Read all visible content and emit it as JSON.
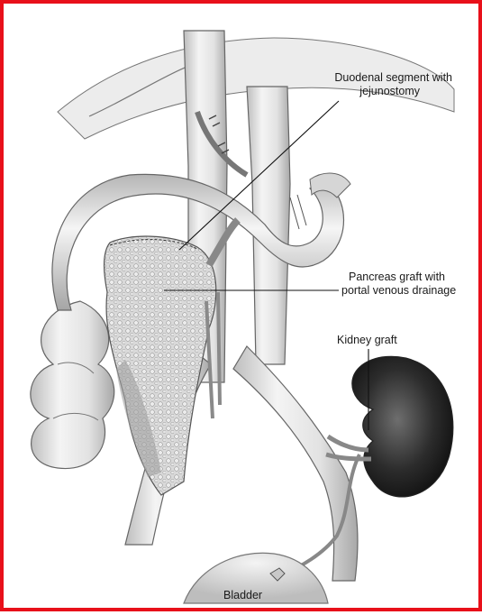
{
  "labels": {
    "duodenal_line1": "Duodenal segment with",
    "duodenal_line2": "jejunostomy",
    "pancreas_line1": "Pancreas graft with",
    "pancreas_line2": "portal venous drainage",
    "kidney": "Kidney graft",
    "bladder": "Bladder"
  },
  "colors": {
    "frame_border": "#e8101a",
    "organ_fill": "#e6e6e6",
    "organ_stroke": "#555555",
    "kidney_fill": "#2a2a2a",
    "leader_line": "#111111"
  }
}
